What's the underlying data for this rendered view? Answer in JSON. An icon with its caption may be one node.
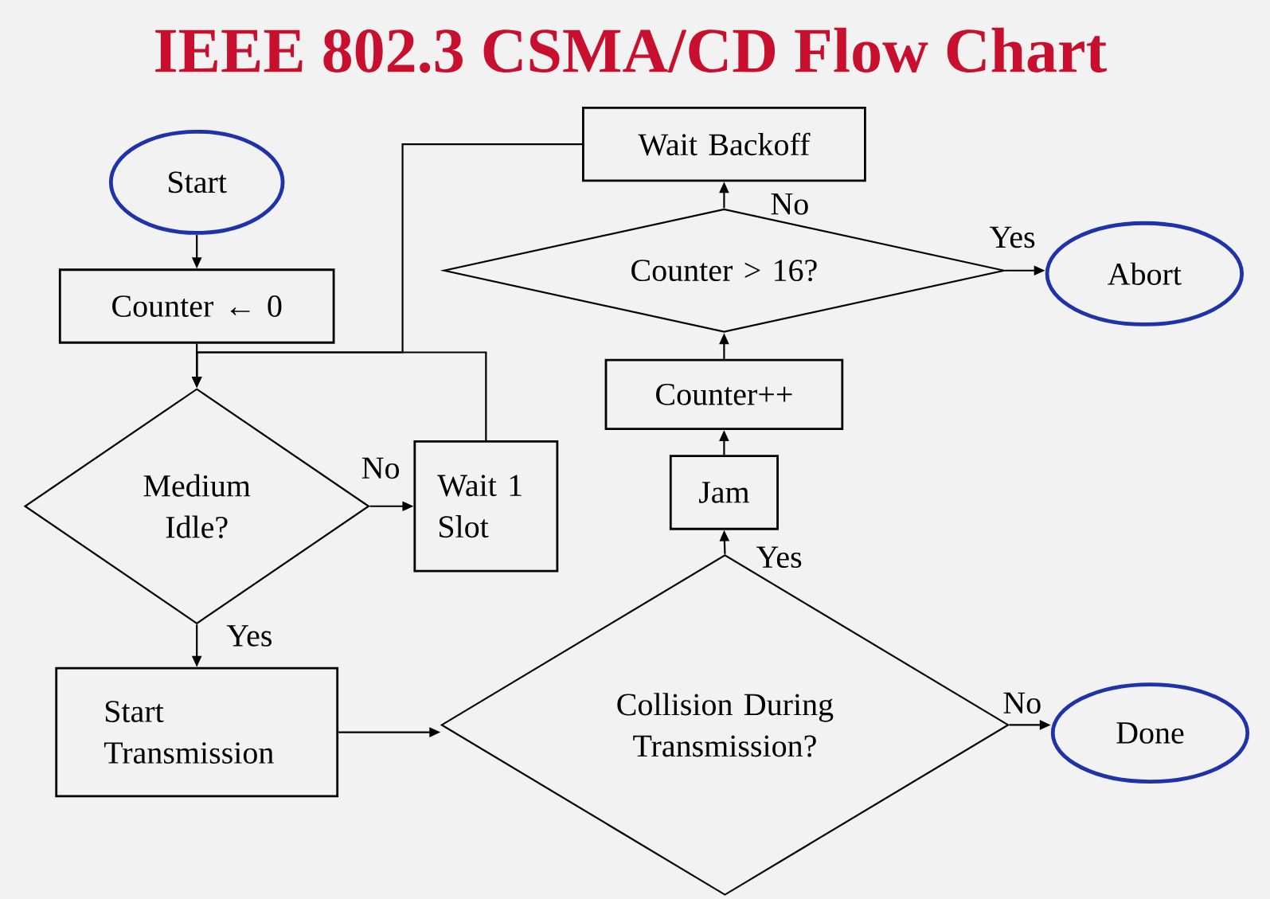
{
  "diagram": {
    "title": "IEEE 802.3 CSMA/CD Flow Chart",
    "nodes": [
      {
        "text": [
          "Start"
        ]
      },
      {
        "text": [
          "Counter ← 0"
        ]
      },
      {
        "text": [
          "Medium Idle?"
        ]
      },
      {
        "text": [
          "Wait 1 Slot"
        ]
      },
      {
        "text": [
          "Start Transmission"
        ]
      },
      {
        "text": [
          "Collision During Transmission?"
        ]
      },
      {
        "text": [
          "Jam"
        ]
      },
      {
        "text": [
          "Counter++"
        ]
      },
      {
        "text": [
          "Counter > 16?"
        ]
      },
      {
        "text": [
          "Wait Backoff"
        ]
      },
      {
        "text": [
          "Abort"
        ]
      },
      {
        "text": [
          "Done"
        ]
      }
    ],
    "edges": [
      {
        "from": 0,
        "to": 1,
        "arrow": "to"
      },
      {
        "from": 1,
        "to": 2,
        "arrow": "to"
      },
      {
        "from": 2,
        "to": 3,
        "arrow": "to",
        "label": "No"
      },
      {
        "from": 3,
        "to": 2,
        "arrow": "to"
      },
      {
        "from": 2,
        "to": 4,
        "arrow": "to",
        "label": "Yes"
      },
      {
        "from": 4,
        "to": 5,
        "arrow": "to"
      },
      {
        "from": 5,
        "to": 6,
        "arrow": "to",
        "label": "Yes"
      },
      {
        "from": 5,
        "to": 11,
        "arrow": "to",
        "label": "No"
      },
      {
        "from": 6,
        "to": 7,
        "arrow": "to"
      },
      {
        "from": 7,
        "to": 8,
        "arrow": "to"
      },
      {
        "from": 8,
        "to": 9,
        "arrow": "to",
        "label": "No"
      },
      {
        "from": 8,
        "to": 10,
        "arrow": "to",
        "label": "Yes"
      },
      {
        "from": 9,
        "to": 2,
        "arrow": "to"
      }
    ]
  }
}
